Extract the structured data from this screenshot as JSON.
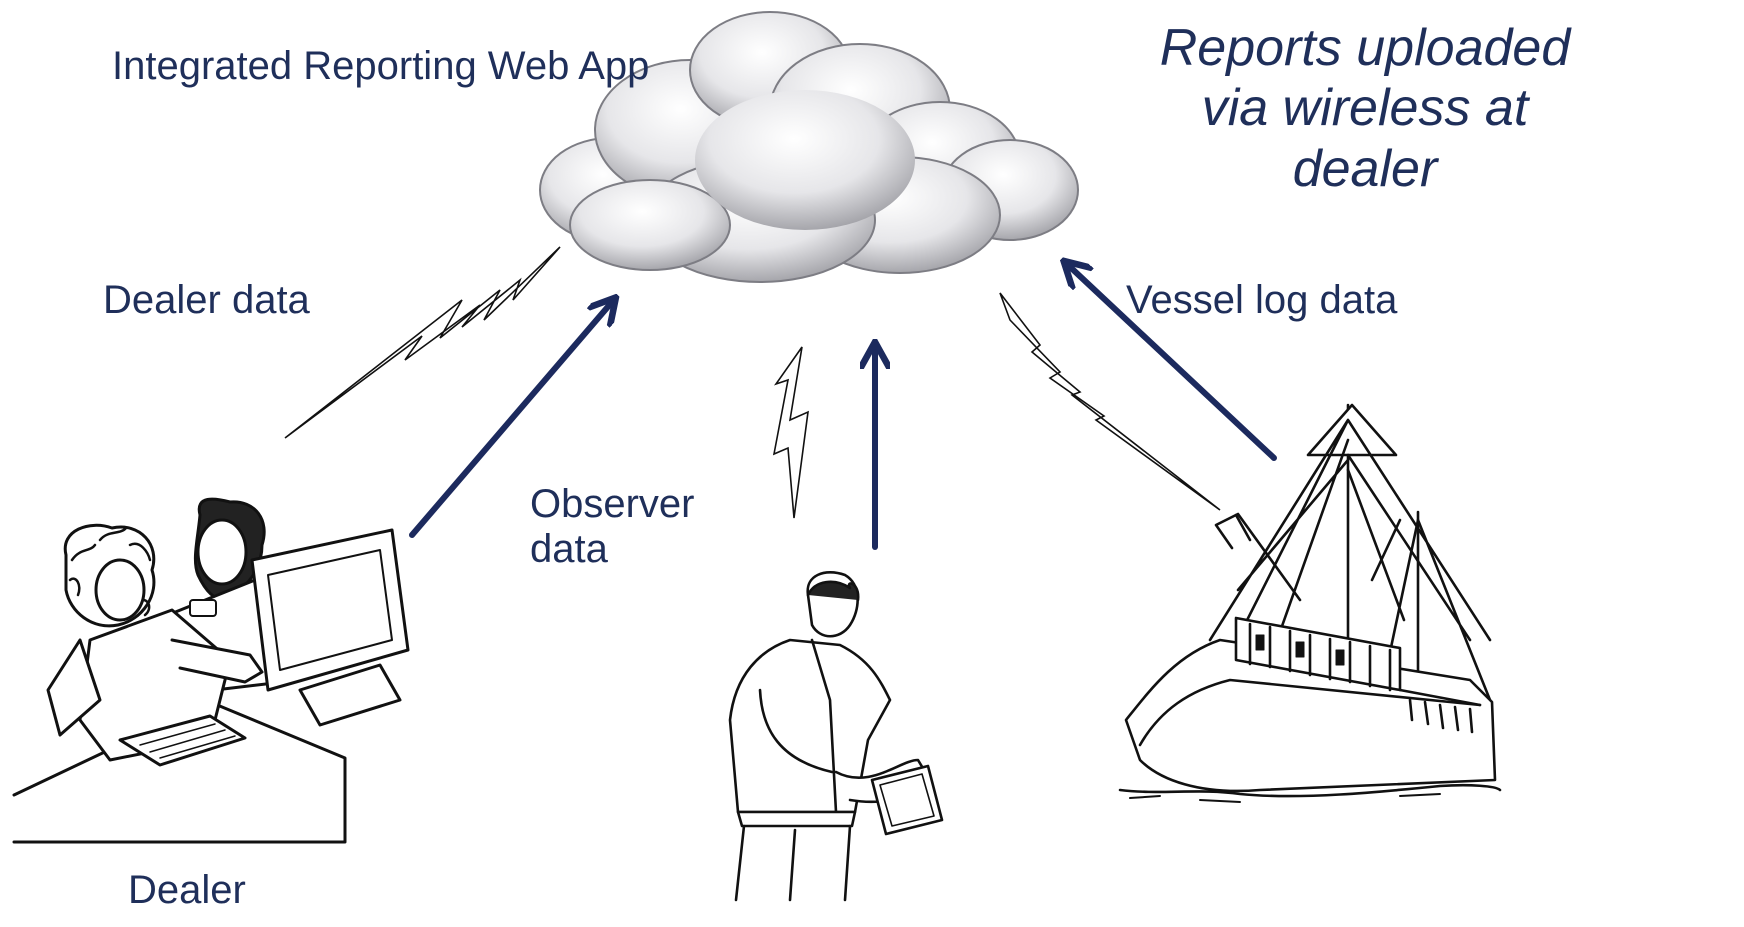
{
  "labels": {
    "title": "Integrated Reporting Web App",
    "dealer_data": "Dealer data",
    "observer_data": "Observer data",
    "vessel_data": "Vessel log data",
    "dealer": "Dealer"
  },
  "note": {
    "lines": [
      "Reports uploaded",
      "via wireless at",
      "dealer"
    ]
  },
  "colors": {
    "text": "#1f2f5a",
    "arrow": "#1c2a5e",
    "line_art": "#111111",
    "cloud": "#d9d9dc"
  },
  "icons": {
    "cloud": "cloud-icon",
    "dealer": "dealer-workstation-illustration",
    "observer": "observer-with-tablet-illustration",
    "vessel": "fishing-vessel-illustration",
    "wireless": "lightning-bolt-icon"
  }
}
